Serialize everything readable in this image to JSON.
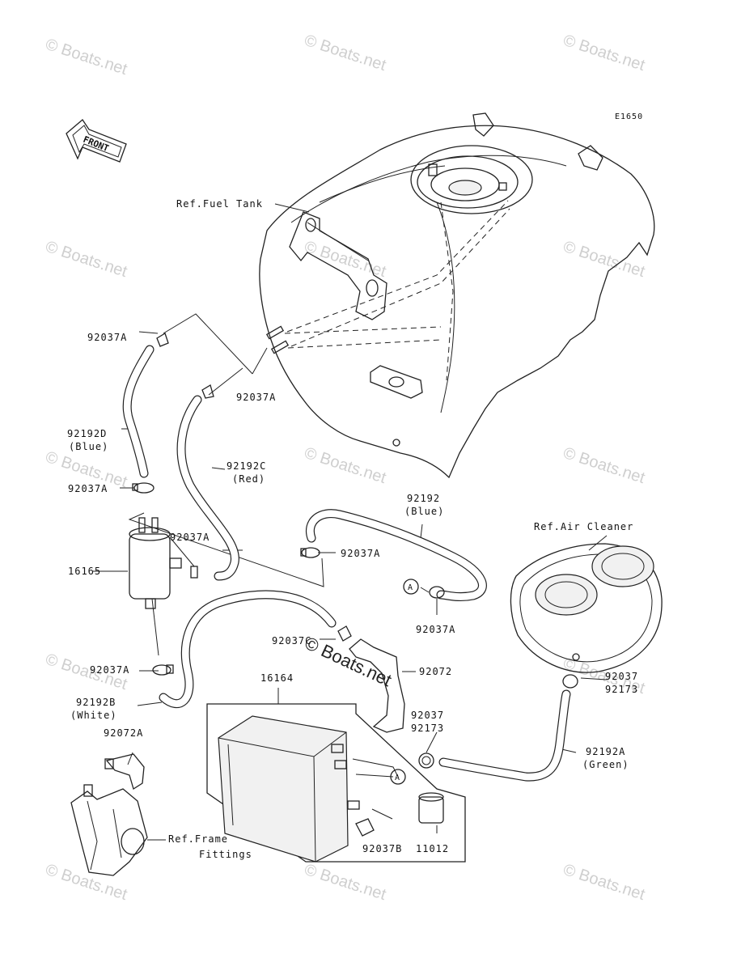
{
  "diagram_code": "E1650",
  "front_arrow": "FRONT",
  "watermark": "© Boats.net",
  "watermark_center": "© Boats.net",
  "labels": {
    "ref_fuel_tank": "Ref.Fuel Tank",
    "ref_air_cleaner": "Ref.Air Cleaner",
    "ref_frame_1": "Ref.Frame",
    "ref_frame_2": "Fittings",
    "p92037A_1": "92037A",
    "p92037A_2": "92037A",
    "p92192D": "92192D",
    "p92192D_color": "(Blue)",
    "p92192C": "92192C",
    "p92192C_color": "(Red)",
    "p92037A_3": "92037A",
    "p92037A_4": "92037A",
    "p16165": "16165",
    "p92192": "92192",
    "p92192_color": "(Blue)",
    "p92037A_5": "92037A",
    "p92037A_6": "92037A",
    "p92037C": "92037C",
    "p92072": "92072",
    "p92037A_7": "92037A",
    "p92192B": "92192B",
    "p92192B_color": "(White)",
    "p16164": "16164",
    "p92037_1": "92037",
    "p92173_1": "92173",
    "p92037_2": "92037",
    "p92173_2": "92173",
    "p92192A": "92192A",
    "p92192A_color": "(Green)",
    "p92072A": "92072A",
    "p92037B": "92037B",
    "p11012": "11012",
    "conn_a_1": "A",
    "conn_a_2": "A"
  }
}
